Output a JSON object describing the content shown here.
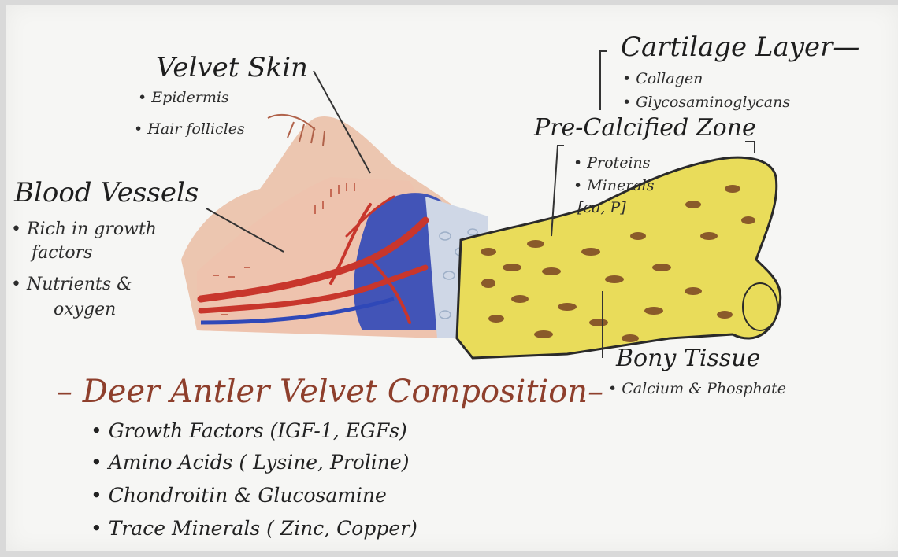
{
  "colors": {
    "paper": "#f6f6f4",
    "skin": "#e8b59a",
    "artery": "#c8362c",
    "vein": "#2f48b8",
    "bone": "#e9dc5a",
    "bone_spots": "#8a5a2a",
    "title": "#8e3f2c"
  },
  "labels": {
    "velvet_skin": {
      "title": "Velvet Skin",
      "items": [
        "Epidermis",
        "Hair follicles"
      ]
    },
    "cartilage_layer": {
      "title": "Cartilage Layer—",
      "items": [
        "Collagen",
        "Glycosaminoglycans"
      ]
    },
    "pre_calcified_zone": {
      "title": "Pre-Calcified Zone",
      "items": [
        "Proteins",
        "Minerals",
        "[ca, P]"
      ]
    },
    "blood_vessels": {
      "title": "Blood Vessels",
      "items": [
        "Rich in growth",
        "factors",
        "Nutrients &",
        "oxygen"
      ]
    },
    "bony_tissue": {
      "title": "Bony Tissue",
      "items": [
        "Calcium & Phosphate"
      ]
    }
  },
  "composition": {
    "title": "– Deer Antler Velvet Composition–",
    "items": [
      "Growth Factors (IGF-1, EGFs)",
      "Amino Acids ( Lysine, Proline)",
      "Chondroitin & Glucosamine",
      "Trace Minerals ( Zinc, Copper)"
    ]
  }
}
